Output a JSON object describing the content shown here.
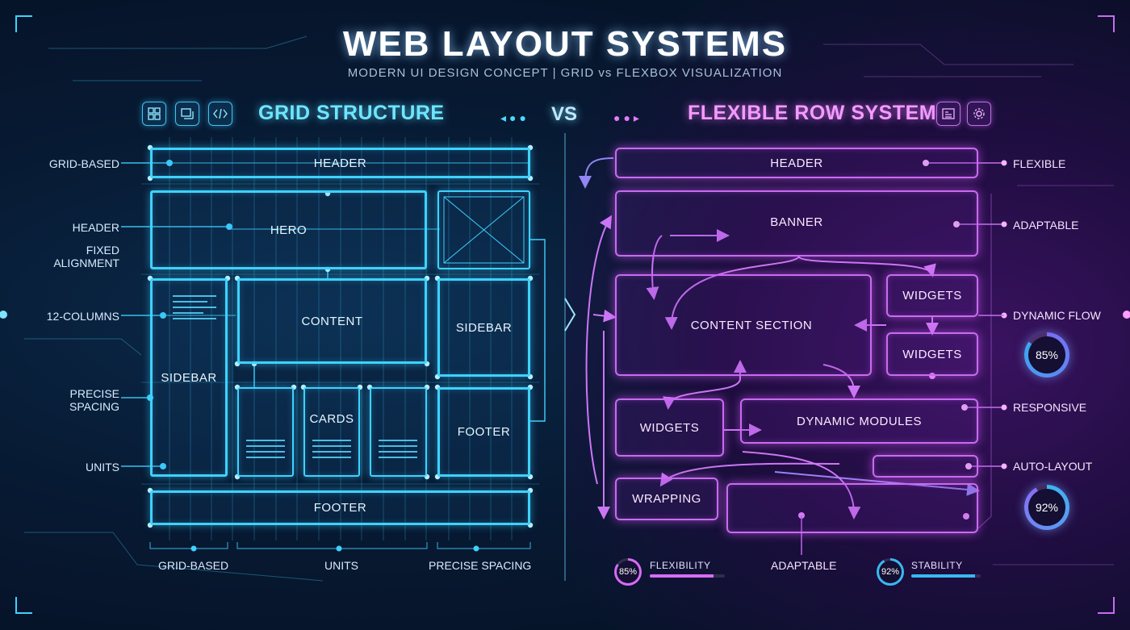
{
  "title": "WEB LAYOUT SYSTEMS",
  "subtitle": "MODERN UI DESIGN CONCEPT | GRID vs FLEXBOX VISUALIZATION",
  "vs": "VS",
  "colors": {
    "grid_accent": "#3ed2ff",
    "flex_accent": "#c76cf0",
    "progress_accent": "#39b8f0"
  },
  "grid": {
    "heading": "GRID STRUCTURE",
    "icons": [
      "grid-icon",
      "layout-icon",
      "code-icon"
    ],
    "blocks": {
      "header": "HEADER",
      "hero": "HERO",
      "content": "CONTENT",
      "sidebar_right": "SIDEBAR",
      "sidebar_left": "SIDEBAR",
      "cards": "CARDS",
      "footer_right": "FOOTER",
      "footer": "FOOTER"
    },
    "side_labels": {
      "grid_based": "GRID-BASED",
      "header": "HEADER",
      "fixed_alignment": "FIXED\nALIGNMENT",
      "columns": "12-COLUMNS",
      "precise_spacing": "PRECISE\nSPACING",
      "units": "UNITS"
    },
    "bottom_labels": {
      "grid_based": "GRID-BASED",
      "units": "UNITS",
      "precise_spacing": "PRECISE SPACING"
    }
  },
  "flex": {
    "heading": "FLEXIBLE ROW SYSTEM",
    "icons": [
      "list-icon",
      "settings-icon"
    ],
    "blocks": {
      "header": "HEADER",
      "banner": "BANNER",
      "content_section": "CONTENT SECTION",
      "widgets_top": "WIDGETS",
      "widgets_mid": "WIDGETS",
      "widgets_left": "WIDGETS",
      "dynamic_modules": "DYNAMIC MODULES",
      "wrapping": "WRAPPING"
    },
    "side_labels": {
      "flexible": "FLEXIBLE",
      "adaptable": "ADAPTABLE",
      "dynamic_flow": "DYNAMIC FLOW",
      "responsive": "RESPONSIVE",
      "auto_layout": "AUTO-LAYOUT"
    },
    "rings": [
      {
        "name": "dynamic-flow-ring",
        "value": 85,
        "label": "85%"
      },
      {
        "name": "auto-layout-ring",
        "value": 92,
        "label": "92%"
      }
    ],
    "metrics": [
      {
        "name": "flexibility",
        "label": "FLEXIBILITY",
        "value": 85,
        "text": "85%",
        "color": "#d66cf5"
      },
      {
        "name": "stability",
        "label": "STABILITY",
        "value": 92,
        "text": "92%",
        "color": "#39b8f0"
      }
    ],
    "bottom_label": "ADAPTABLE"
  }
}
